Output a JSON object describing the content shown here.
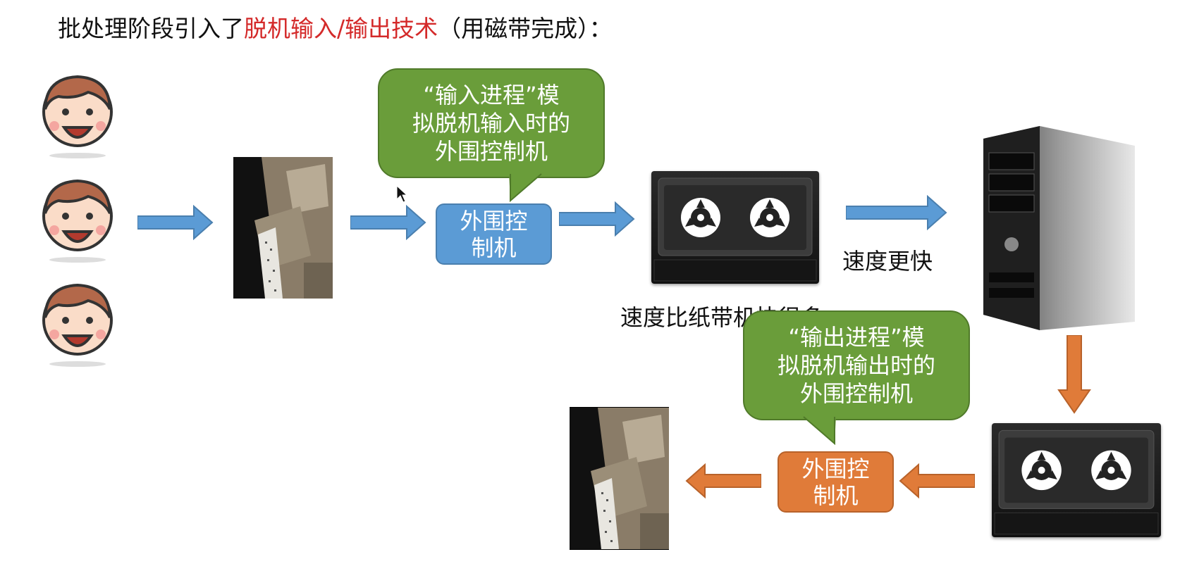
{
  "title": {
    "prefix": "批处理阶段引入了",
    "highlight": "脱机输入/输出技术",
    "suffix": "（用磁带完成）："
  },
  "colors": {
    "highlight": "#d42a2a",
    "bubble": "#6a9d3a",
    "ctrl_blue": "#5b9bd5",
    "ctrl_orange": "#e07b39",
    "arrow_blue": "#5b9bd5",
    "arrow_orange": "#e07b39"
  },
  "bubble_input": {
    "line1": "“输入进程”模",
    "line2": "拟脱机输入时的",
    "line3": "外围控制机"
  },
  "bubble_output": {
    "line1": "“输出进程”模",
    "line2": "拟脱机输出时的",
    "line3": "外围控制机"
  },
  "ctrl_input": {
    "line1": "外围控",
    "line2": "制机"
  },
  "ctrl_output": {
    "line1": "外围控",
    "line2": "制机"
  },
  "label_faster": "速度更快",
  "label_tape_speed": "速度比纸带机快很多",
  "icons": [
    "user-face-icon",
    "punch-card-machine-icon",
    "tape-drive-icon",
    "computer-tower-icon",
    "cursor-icon"
  ]
}
